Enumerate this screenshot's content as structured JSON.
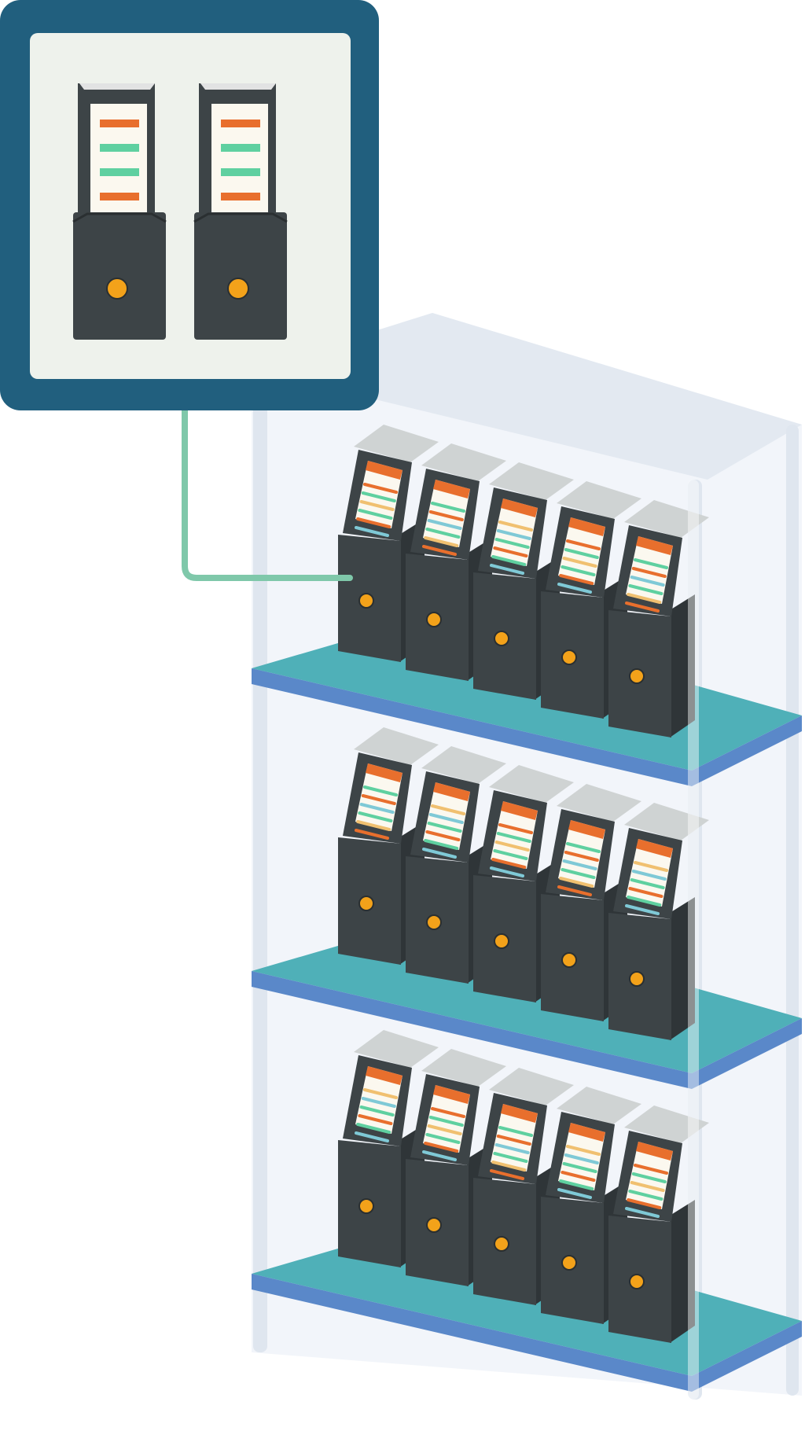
{
  "colors": {
    "background": "#ffffff",
    "panel_frame": "#215f7e",
    "panel_inner": "#eef2ec",
    "connector": "#7fc8aa",
    "binder_dark": "#3d4447",
    "binder_side": "#2f3538",
    "binder_top": "#cfd3d3",
    "label_card": "#fbf8ef",
    "accent_orange": "#e86f2d",
    "accent_green": "#5fd0a0",
    "knob": "#f3a21a",
    "shelf_top": "#4fb0b8",
    "shelf_front": "#5a88c9",
    "cabinet_glass": "#e7edf5",
    "cabinet_edge": "#dfe6ef"
  },
  "icons": {
    "detail_panel": "binder-pair-icon",
    "cabinet": "binder-shelf-cabinet"
  },
  "panel": {
    "binder_count": 2,
    "label_stripes": [
      "orange",
      "green",
      "green",
      "orange"
    ]
  },
  "shelves": [
    {
      "binder_count": 5
    },
    {
      "binder_count": 5
    },
    {
      "binder_count": 5
    }
  ]
}
